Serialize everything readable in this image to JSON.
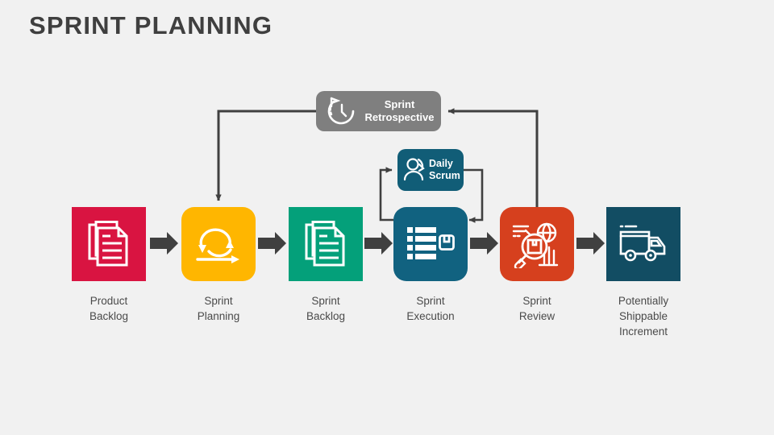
{
  "slide": {
    "title": "SPRINT PLANNING",
    "background_color": "#f1f1f1",
    "title_color": "#3f3f3f",
    "connector_color": "#404040"
  },
  "diagram": {
    "type": "process-flow",
    "main_flow": [
      {
        "id": "product-backlog",
        "caption": "Product\nBacklog",
        "caption_line1": "Product",
        "caption_line2": "Backlog",
        "icon": "documents-icon",
        "color": "#d91441",
        "shape": "square"
      },
      {
        "id": "sprint-planning",
        "caption_line1": "Sprint",
        "caption_line2": "Planning",
        "icon": "agile-loop-icon",
        "color": "#ffb600",
        "shape": "rounded"
      },
      {
        "id": "sprint-backlog",
        "caption_line1": "Sprint",
        "caption_line2": "Backlog",
        "icon": "documents-icon",
        "color": "#04a07a",
        "shape": "square"
      },
      {
        "id": "sprint-execution",
        "caption_line1": "Sprint",
        "caption_line2": "Execution",
        "icon": "task-list-archive-icon",
        "color": "#116280",
        "shape": "rounded"
      },
      {
        "id": "sprint-review",
        "caption_line1": "Sprint",
        "caption_line2": "Review",
        "icon": "magnifier-globe-chart-icon",
        "color": "#d6401e",
        "shape": "rounded"
      },
      {
        "id": "potentially-shippable-increment",
        "caption_line1": "Potentially",
        "caption_line2": "Shippable",
        "caption_line3": "Increment",
        "icon": "delivery-truck-icon",
        "color": "#124d63",
        "shape": "square"
      }
    ],
    "callouts": [
      {
        "id": "sprint-retrospective",
        "label_line1": "Sprint",
        "label_line2": "Retrospective",
        "icon": "clock-icon",
        "color": "#7f7f7f"
      },
      {
        "id": "daily-scrum",
        "label_line1": "Daily",
        "label_line2": "Scrum",
        "icon": "person-refresh-icon",
        "color": "#115d77"
      }
    ],
    "connectors": [
      {
        "from": "product-backlog",
        "to": "sprint-planning",
        "style": "block-arrow"
      },
      {
        "from": "sprint-planning",
        "to": "sprint-backlog",
        "style": "block-arrow"
      },
      {
        "from": "sprint-backlog",
        "to": "sprint-execution",
        "style": "block-arrow"
      },
      {
        "from": "sprint-execution",
        "to": "sprint-review",
        "style": "block-arrow"
      },
      {
        "from": "sprint-review",
        "to": "potentially-shippable-increment",
        "style": "block-arrow"
      },
      {
        "from": "sprint-review",
        "to": "sprint-retrospective",
        "style": "line-arrow"
      },
      {
        "from": "sprint-retrospective",
        "to": "sprint-planning",
        "style": "line-arrow"
      },
      {
        "from": "sprint-execution",
        "to": "daily-scrum",
        "style": "line-arrow"
      },
      {
        "from": "daily-scrum",
        "to": "sprint-execution",
        "style": "line-arrow"
      }
    ]
  }
}
